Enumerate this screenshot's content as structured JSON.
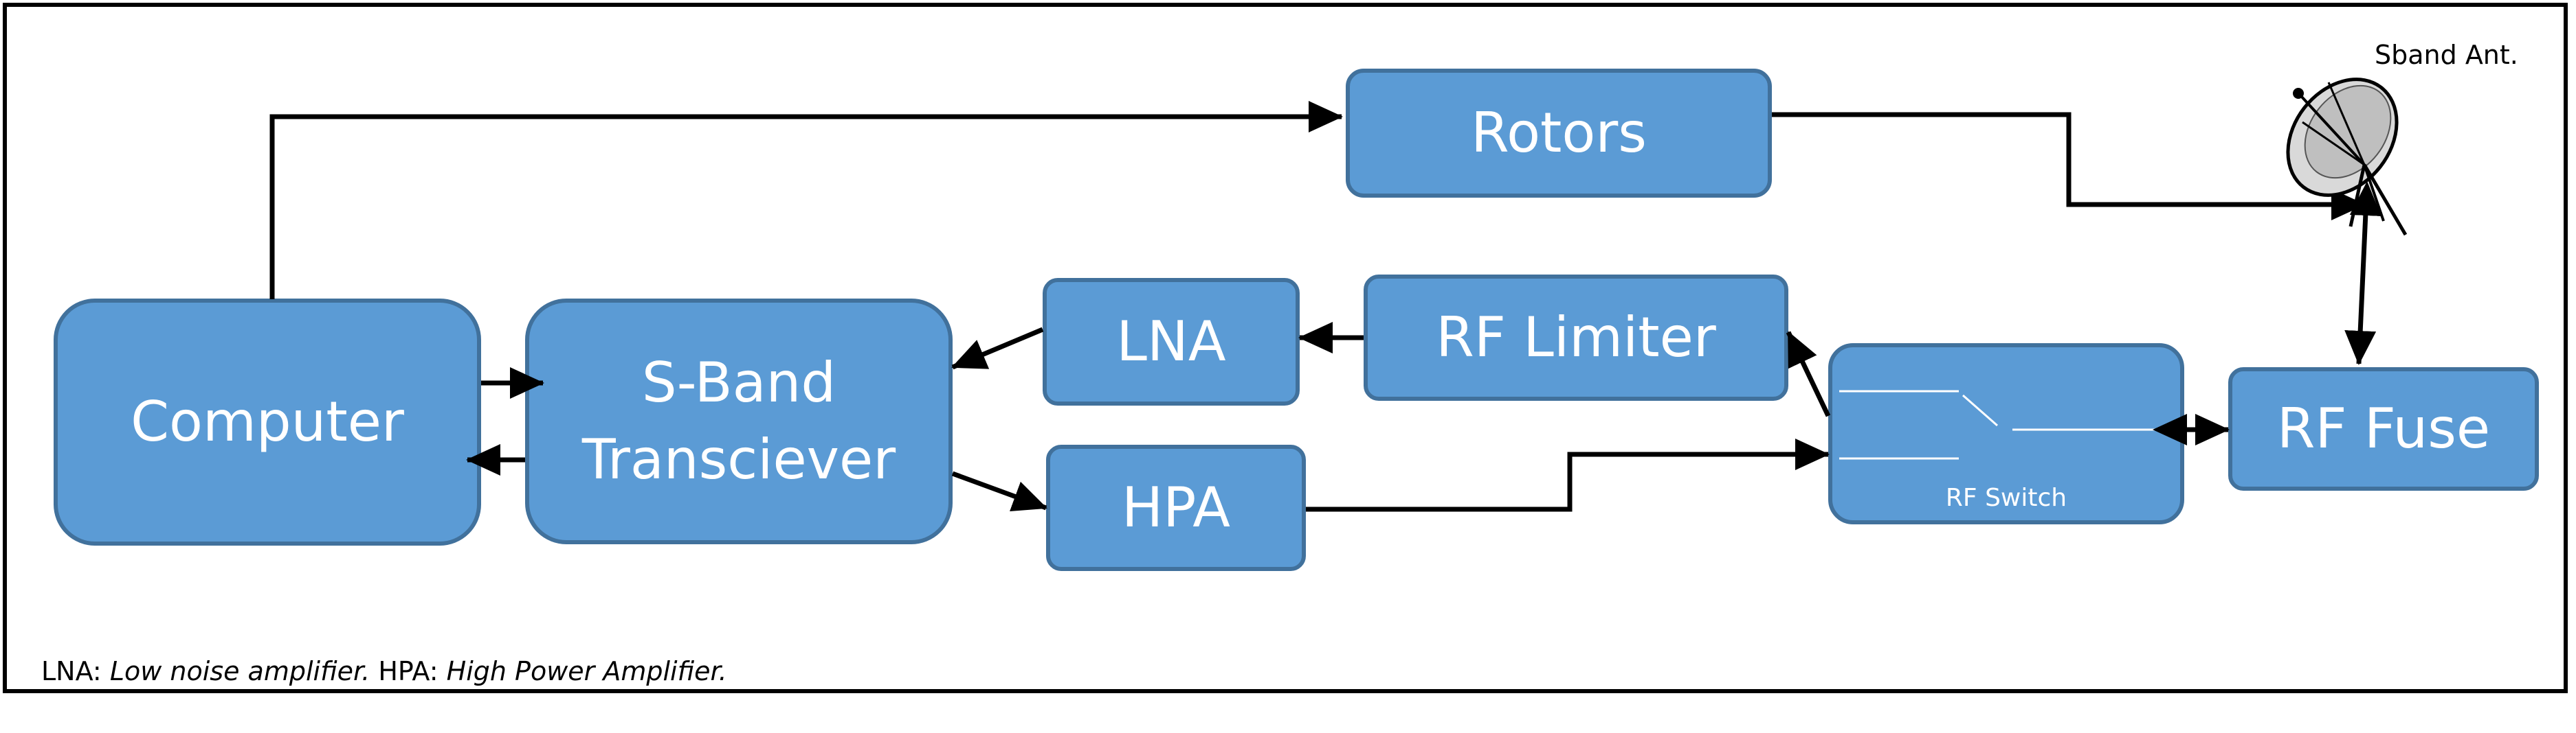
{
  "blocks": {
    "rotors": "Rotors",
    "computer": "Computer",
    "transceiver_line1": "S-Band",
    "transceiver_line2": "Transciever",
    "lna": "LNA",
    "rf_limiter": "RF Limiter",
    "hpa": "HPA",
    "rf_switch": "RF Switch",
    "rf_fuse": "RF Fuse"
  },
  "antenna_label": "Sband Ant.",
  "caption": {
    "lna_abbr": "LNA:",
    "lna_full": "Low noise amplifier.",
    "hpa_abbr": "HPA:",
    "hpa_full": "High Power Amplifier."
  },
  "colors": {
    "block_fill": "#5b9bd5",
    "block_border": "#41719c",
    "wire": "#000000"
  }
}
